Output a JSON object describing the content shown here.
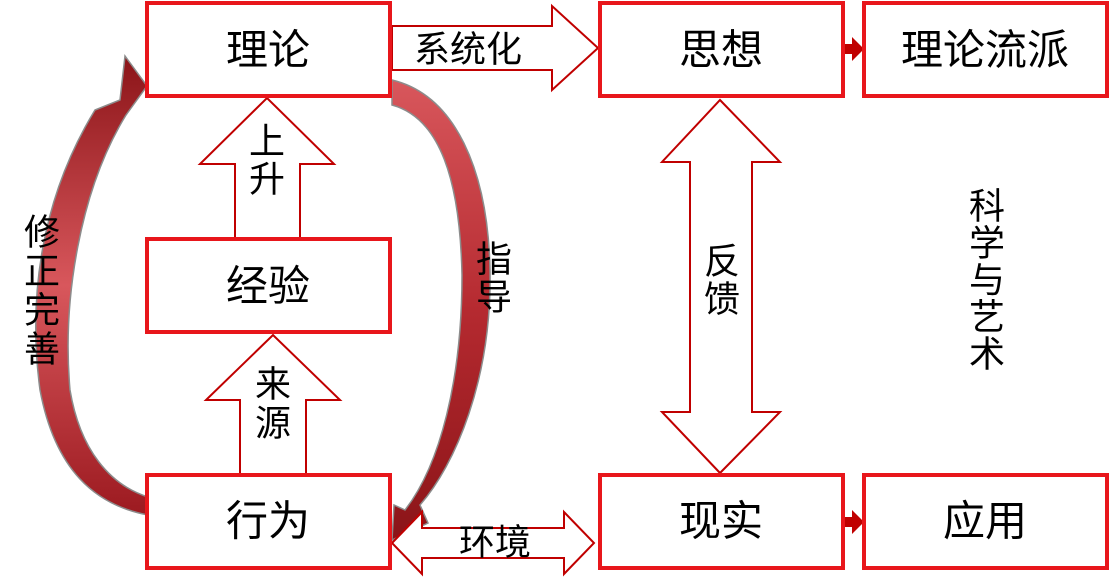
{
  "nodes": {
    "theory": "理论",
    "experience": "经验",
    "action": "行为",
    "thought": "思想",
    "reality": "现实",
    "schools": "理论流派",
    "application": "应用"
  },
  "labels": {
    "systematize": "系统化",
    "rise": [
      "上",
      "升"
    ],
    "source": [
      "来",
      "源"
    ],
    "revise": [
      "修",
      "正",
      "完",
      "善"
    ],
    "guide": [
      "指",
      "导"
    ],
    "feedback": [
      "反",
      "馈"
    ],
    "environment": "环境",
    "science_art": [
      "科",
      "学",
      "与",
      "艺",
      "术"
    ]
  },
  "colors": {
    "box_border": "#e8161b",
    "outline_arrow": "#c00000",
    "curve_dark": "#8b1418",
    "curve_light": "#d8575c",
    "curve_edge": "#8c8c8c",
    "text": "#000000"
  }
}
